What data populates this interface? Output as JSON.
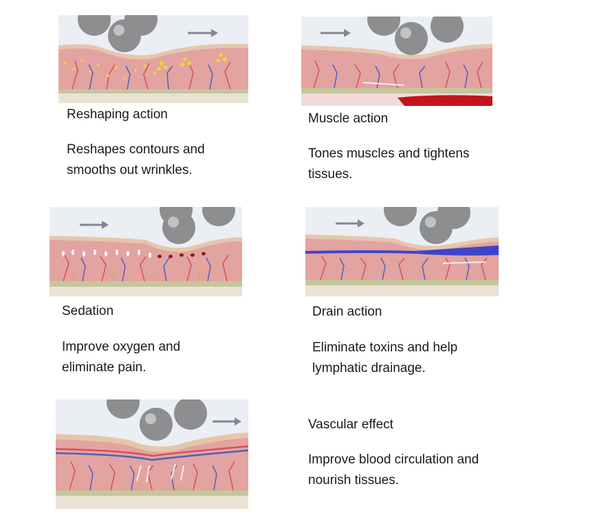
{
  "sections": [
    {
      "id": "reshaping",
      "title": "Reshaping action",
      "desc_lines": [
        "Reshapes contours and",
        "smooths out wrinkles."
      ]
    },
    {
      "id": "muscle",
      "title": "Muscle action",
      "desc_lines": [
        "Tones muscles and tightens",
        "tissues."
      ]
    },
    {
      "id": "sedation",
      "title": "Sedation",
      "desc_lines": [
        "Improve oxygen and",
        "eliminate pain."
      ]
    },
    {
      "id": "drain",
      "title": "Drain action",
      "desc_lines": [
        "Eliminate toxins and help",
        "lymphatic drainage."
      ]
    },
    {
      "id": "vascular",
      "title": "Vascular effect",
      "desc_lines": [
        "Improve blood circulation and",
        "nourish tissues."
      ]
    }
  ],
  "colors": {
    "background": "#ffffff",
    "sky": "#ebeef3",
    "skin": "#e3a3a1",
    "fat": "#e6c6ab",
    "ball": "#8c8e90",
    "artery": "#d8505a",
    "vein": "#4a62b8",
    "arrow": "#7f8894"
  }
}
